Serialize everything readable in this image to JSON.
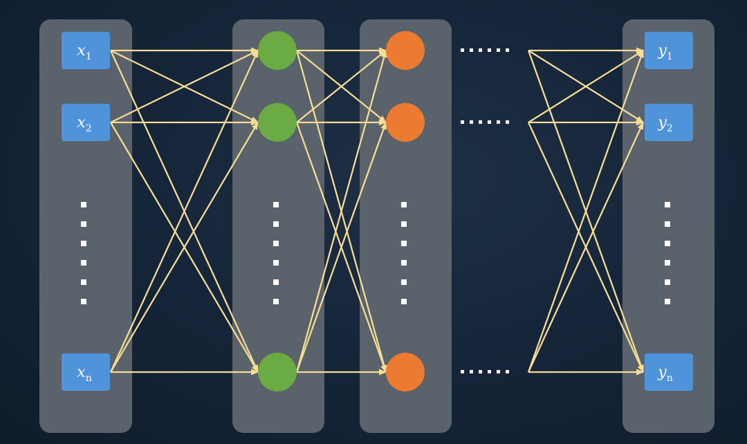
{
  "diagram": {
    "inputs": [
      {
        "main": "x",
        "sub": "1"
      },
      {
        "main": "x",
        "sub": "2"
      },
      {
        "main": "x",
        "sub": "n"
      }
    ],
    "outputs": [
      {
        "main": "y",
        "sub": "1"
      },
      {
        "main": "y",
        "sub": "2"
      },
      {
        "main": "y",
        "sub": "n"
      }
    ],
    "colors": {
      "input_box": "#4f93db",
      "output_box": "#4f93db",
      "hidden_layer_1_node": "#6bab44",
      "hidden_layer_2_node": "#ec7a30",
      "connection": "#f7dc96",
      "layer_panel": "#5a626b",
      "background": "#16263a"
    },
    "icons": {
      "vertical_ellipsis": "vertical-dots-icon",
      "horizontal_ellipsis": "horizontal-dots-icon",
      "arrowhead": "arrowhead-icon"
    }
  }
}
